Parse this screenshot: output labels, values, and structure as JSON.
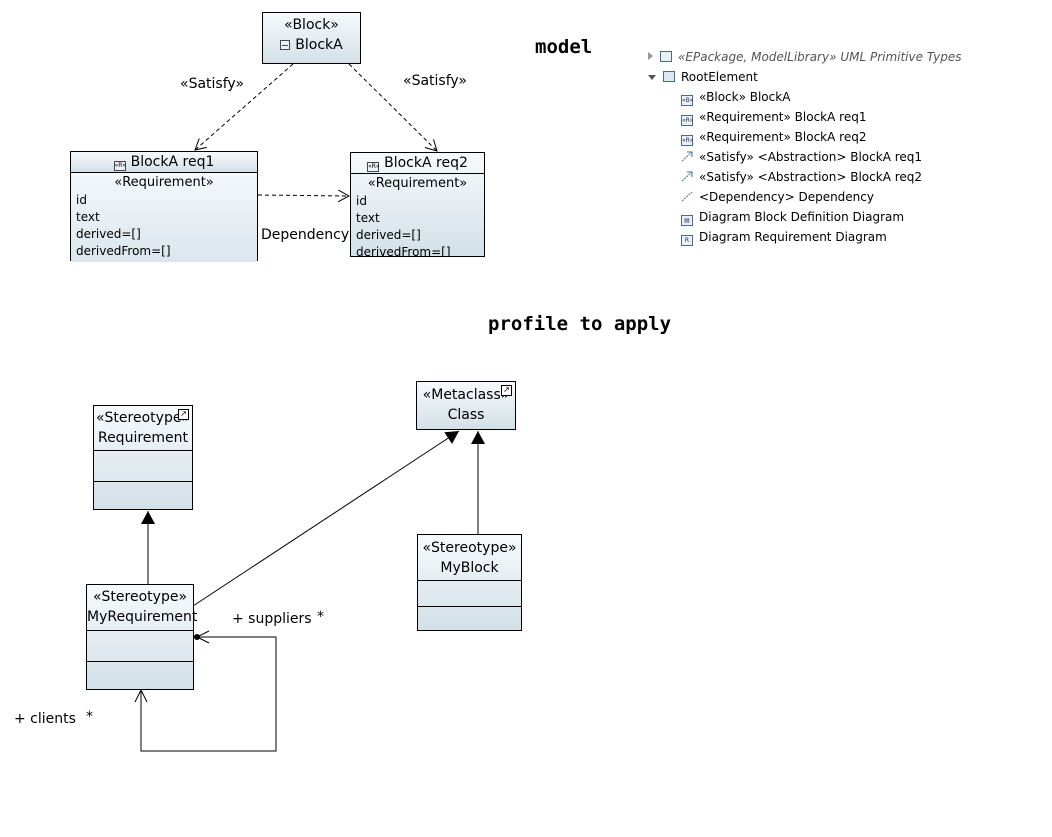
{
  "headings": {
    "model": "model",
    "profile": "profile to apply"
  },
  "block_a": {
    "stereotype": "«Block»",
    "name": "BlockA",
    "icon": "block-icon"
  },
  "req1": {
    "name": "BlockA req1",
    "stereotype": "«Requirement»",
    "icon": "requirement-icon",
    "attributes": [
      "id",
      "text",
      "derived=[]",
      "derivedFrom=[]"
    ]
  },
  "req2": {
    "name": "BlockA req2",
    "stereotype": "«Requirement»",
    "icon": "requirement-icon",
    "attributes": [
      "id",
      "text",
      "derived=[]",
      "derivedFrom=[]"
    ]
  },
  "model_edges": {
    "satisfy_left": "«Satisfy»",
    "satisfy_right": "«Satisfy»",
    "dependency": "Dependency"
  },
  "tree": {
    "items": [
      {
        "label": "«EPackage, ModelLibrary» UML Primitive Types",
        "icon": "package-icon",
        "expander": "collapsed",
        "level": 0,
        "muted": true
      },
      {
        "label": "RootElement",
        "icon": "folder-icon",
        "expander": "expanded",
        "level": 0
      },
      {
        "label": "«Block» BlockA",
        "icon": "block-icon",
        "level": 1
      },
      {
        "label": "«Requirement» BlockA req1",
        "icon": "requirement-icon",
        "level": 1
      },
      {
        "label": "«Requirement» BlockA req2",
        "icon": "requirement-icon",
        "level": 1
      },
      {
        "label": "«Satisfy» <Abstraction> BlockA req1",
        "icon": "satisfy-icon",
        "level": 1
      },
      {
        "label": "«Satisfy» <Abstraction> BlockA req2",
        "icon": "satisfy-icon",
        "level": 1
      },
      {
        "label": "<Dependency> Dependency",
        "icon": "dependency-icon",
        "level": 1
      },
      {
        "label": "Diagram Block Definition Diagram",
        "icon": "bdd-diagram-icon",
        "level": 1
      },
      {
        "label": "Diagram Requirement Diagram",
        "icon": "req-diagram-icon",
        "level": 1
      }
    ]
  },
  "profile": {
    "stereo_requirement": {
      "stereotype": "«Stereotype»",
      "name": "Requirement"
    },
    "metaclass_class": {
      "stereotype": "«Metaclass»",
      "name": "Class"
    },
    "stereo_myrequirement": {
      "stereotype": "«Stereotype»",
      "name": "MyRequirement"
    },
    "stereo_myblock": {
      "stereotype": "«Stereotype»",
      "name": "MyBlock"
    },
    "association": {
      "suppliers": "+ suppliers",
      "suppliers_mult": "*",
      "clients": "+ clients",
      "clients_mult": "*"
    }
  }
}
